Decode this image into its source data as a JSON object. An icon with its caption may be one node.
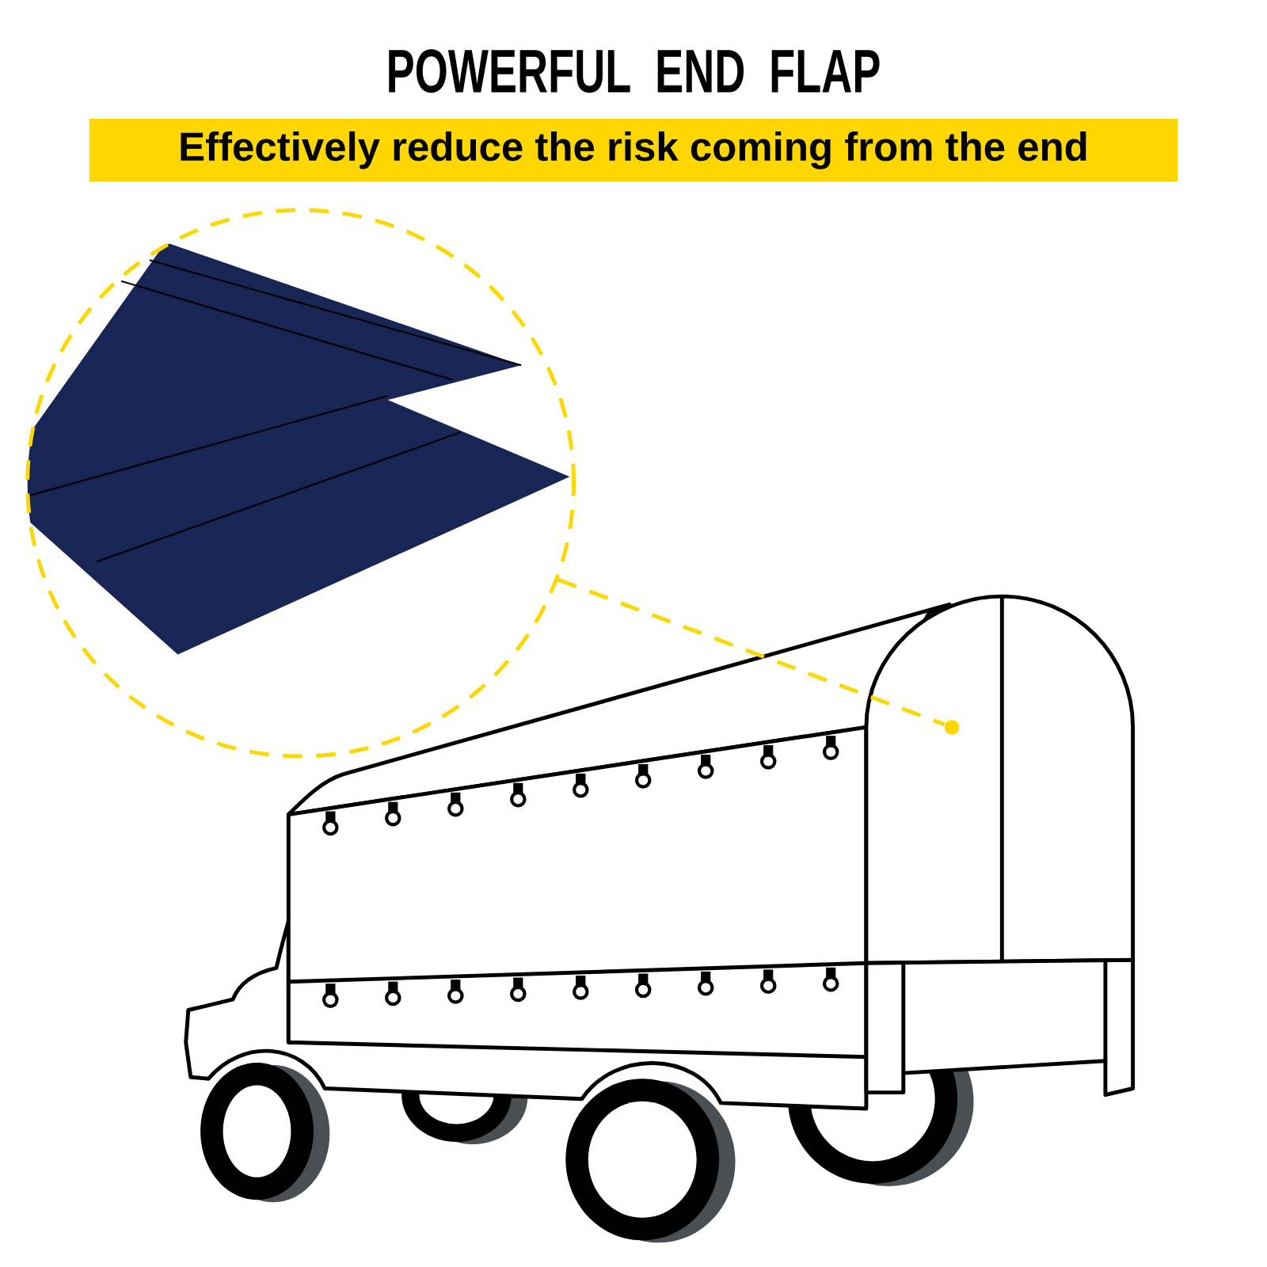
{
  "diagram": {
    "title": "POWERFUL END FLAP",
    "nodes": [
      {
        "text": [],
        "shape": "picture"
      },
      {
        "text": [],
        "shape": "circle"
      }
    ],
    "edges": [
      {
        "from": 0,
        "to": 1,
        "arrow": "none",
        "style": "dashed"
      }
    ],
    "labels": [
      "Effectively reduce the risk coming from the end"
    ]
  }
}
